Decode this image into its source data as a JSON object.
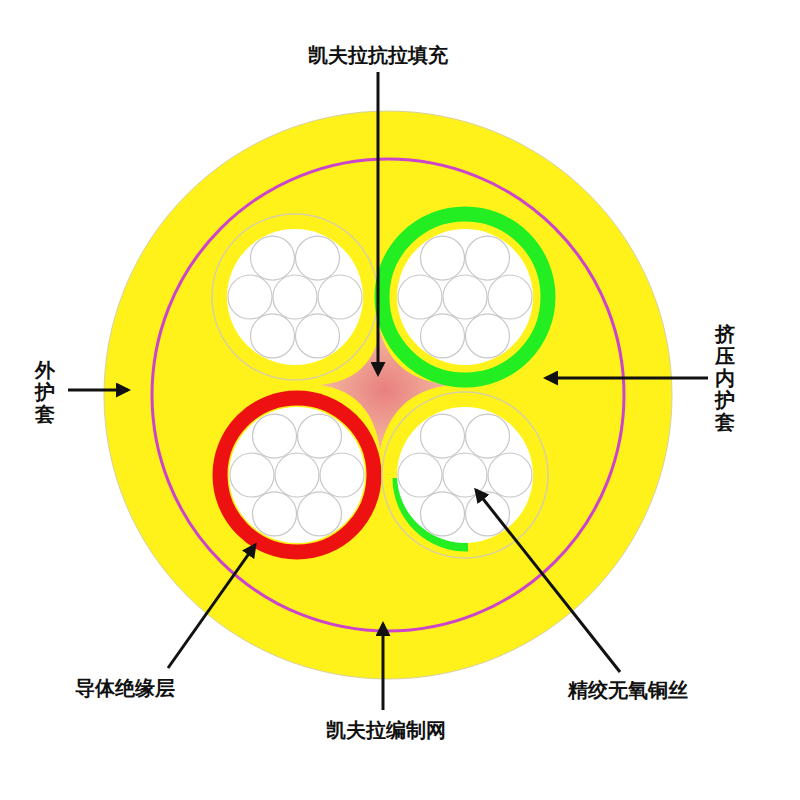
{
  "diagram": {
    "labels": [
      "凯夫拉抗拉填充",
      "外护套",
      "挤压内护套",
      "导体绝缘层",
      "凯夫拉编制网",
      "精绞无氧铜丝"
    ]
  }
}
